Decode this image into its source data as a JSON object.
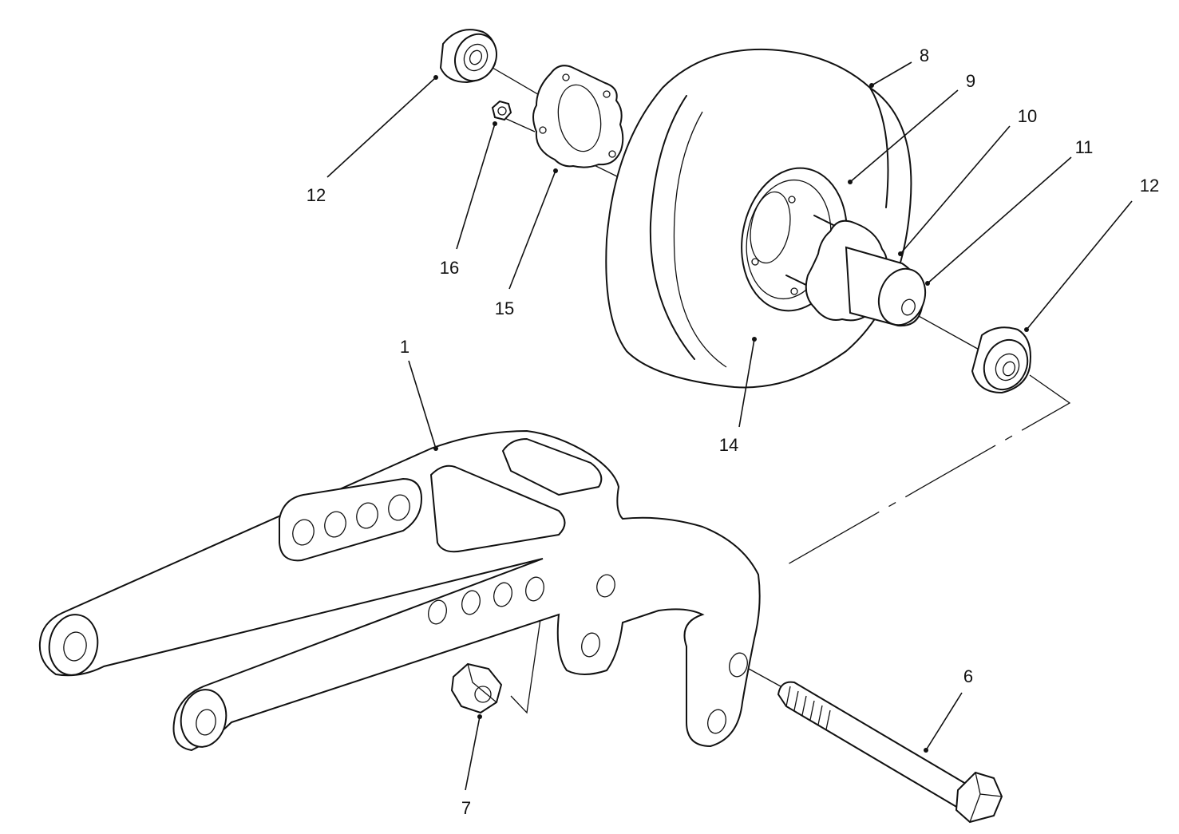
{
  "callouts": {
    "c1": "1",
    "c6": "6",
    "c7": "7",
    "c8": "8",
    "c9": "9",
    "c10": "10",
    "c11": "11",
    "c12a": "12",
    "c12b": "12",
    "c14": "14",
    "c15": "15",
    "c16": "16"
  }
}
